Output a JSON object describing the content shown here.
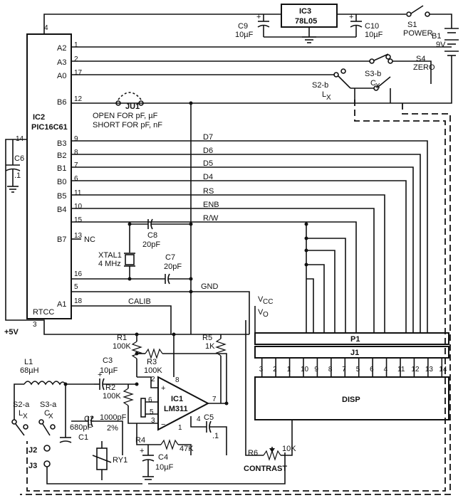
{
  "ic2": {
    "ref": "IC2",
    "part": "PIC16C61",
    "pins": {
      "p4": "4",
      "a2": "A2",
      "a3": "A3",
      "a0": "A0",
      "b6": "B6",
      "b3": "B3",
      "b2": "B2",
      "b1": "B1",
      "b0": "B0",
      "b5": "B5",
      "b4": "B4",
      "b7": "B7",
      "a1": "A1",
      "rtcc": "RTCC",
      "p14": "14",
      "p3": "3"
    }
  },
  "pin_numbers": {
    "n1": "1",
    "n2": "2",
    "n17": "17",
    "n12": "12",
    "n9": "9",
    "n8": "8",
    "n7": "7",
    "n6": "6",
    "n11": "11",
    "n10": "10",
    "n15": "15",
    "n13": "13",
    "n16": "16",
    "n5": "5",
    "n18": "18"
  },
  "signals": {
    "d7": "D7",
    "d6": "D6",
    "d5": "D5",
    "d4": "D4",
    "rs": "RS",
    "enb": "ENB",
    "rw": "R/W",
    "gnd": "GND",
    "calib": "CALIB",
    "vcc": "V",
    "vcc_sub": "CC",
    "vo": "V",
    "vo_sub": "O",
    "nc": "NC",
    "plus5v": "+5V"
  },
  "ic3": {
    "ref": "IC3",
    "part": "78L05"
  },
  "c9": {
    "ref": "C9",
    "value": "10µF"
  },
  "c10": {
    "ref": "C10",
    "value": "10µF"
  },
  "s1": {
    "ref": "S1",
    "label": "POWER"
  },
  "b1": {
    "ref": "B1",
    "value": "9V"
  },
  "s4": {
    "ref": "S4",
    "label": "ZERO"
  },
  "s3b": {
    "ref": "S3-b",
    "label": "C",
    "sub": "X"
  },
  "s2b": {
    "ref": "S2-b",
    "label": "L",
    "sub": "X"
  },
  "ju1": {
    "ref": "JU1",
    "line1": "OPEN FOR pF, µF",
    "line2": "SHORT FOR pF, nF"
  },
  "c6": {
    "ref": "C6",
    "value": ".1"
  },
  "c8": {
    "ref": "C8",
    "value": "20pF"
  },
  "c7": {
    "ref": "C7",
    "value": "20pF"
  },
  "xtal1": {
    "ref": "XTAL1",
    "value": "4 MHz"
  },
  "r1": {
    "ref": "R1",
    "value": "100K"
  },
  "r2": {
    "ref": "R2",
    "value": "100K"
  },
  "r3": {
    "ref": "R3",
    "value": "100K"
  },
  "r4": {
    "ref": "R4",
    "value": "47K"
  },
  "r5": {
    "ref": "R5",
    "value": "1K"
  },
  "r6": {
    "ref": "R6",
    "value": "10K",
    "label": "CONTRAST"
  },
  "l1": {
    "ref": "L1",
    "value": "68µH"
  },
  "c3": {
    "ref": "C3",
    "value": "10µF"
  },
  "c2": {
    "ref": "C2",
    "value": "1000pF",
    "tol": "2%"
  },
  "c1": {
    "ref": "C1",
    "value": "680pF"
  },
  "c4": {
    "ref": "C4",
    "value": "10µF"
  },
  "c5": {
    "ref": "C5",
    "value": ".1"
  },
  "ic1": {
    "ref": "IC1",
    "part": "LM311",
    "p2": "2",
    "p3": "3",
    "p4": "4",
    "p5": "5",
    "p6": "6",
    "p7": "7",
    "p8": "8",
    "p1": "1"
  },
  "s2a": {
    "ref": "S2-a",
    "label": "L",
    "sub": "X"
  },
  "s3a": {
    "ref": "S3-a",
    "label": "C",
    "sub": "X"
  },
  "j2": {
    "ref": "J2"
  },
  "j3": {
    "ref": "J3"
  },
  "ry1": {
    "ref": "RY1"
  },
  "p1": {
    "ref": "P1"
  },
  "j1": {
    "ref": "J1"
  },
  "disp": {
    "ref": "DISP",
    "pins": [
      "3",
      "2",
      "1",
      "10",
      "9",
      "8",
      "7",
      "5",
      "6",
      "4",
      "11",
      "12",
      "13",
      "14"
    ]
  }
}
